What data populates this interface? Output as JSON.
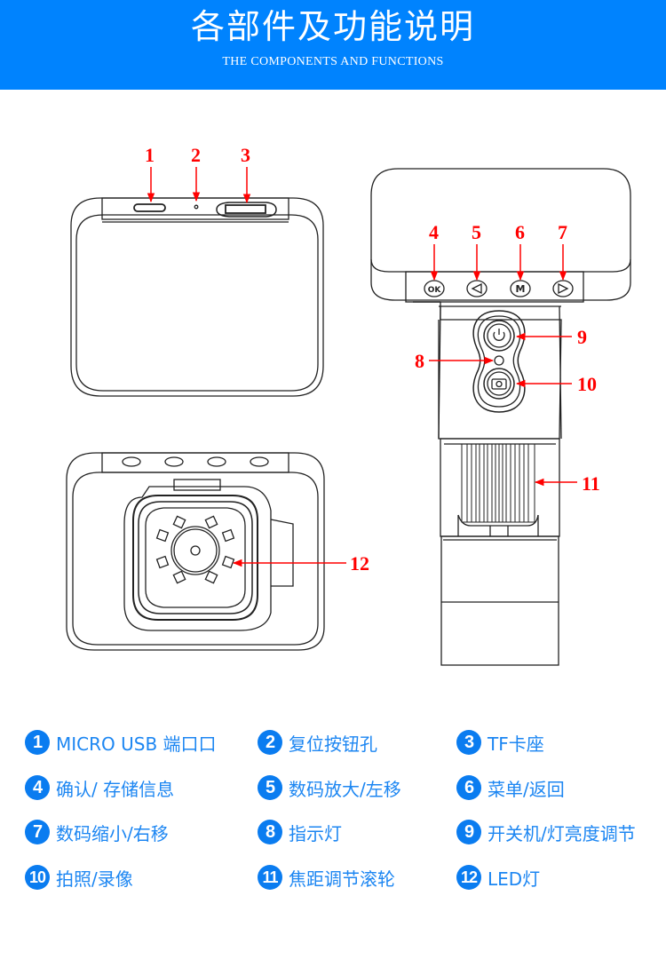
{
  "header": {
    "title": "各部件及功能说明",
    "subtitle": "THE COMPONENTS AND FUNCTIONS"
  },
  "colors": {
    "banner_bg": "#0083fe",
    "callout_red": "#ff0000",
    "legend_blue": "#1c86f2",
    "badge_blue": "#0a7cf0",
    "outline": "#222222"
  },
  "diagram": {
    "views": [
      {
        "name": "top-view",
        "callouts": [
          "1",
          "2",
          "3"
        ]
      },
      {
        "name": "side-view",
        "callouts": [
          "4",
          "5",
          "6",
          "7",
          "8",
          "9",
          "10",
          "11"
        ]
      },
      {
        "name": "bottom-view",
        "callouts": [
          "12"
        ]
      }
    ],
    "callouts": {
      "c1": "1",
      "c2": "2",
      "c3": "3",
      "c4": "4",
      "c5": "5",
      "c6": "6",
      "c7": "7",
      "c8": "8",
      "c9": "9",
      "c10": "10",
      "c11": "11",
      "c12": "12"
    },
    "button_glyphs": {
      "ok": "OK",
      "menu": "M"
    }
  },
  "legend": {
    "items": [
      {
        "num": "1",
        "label": "MICRO USB 端口口"
      },
      {
        "num": "2",
        "label": "复位按钮孔"
      },
      {
        "num": "3",
        "label": "TF卡座"
      },
      {
        "num": "4",
        "label": "确认/ 存储信息"
      },
      {
        "num": "5",
        "label": "数码放大/左移"
      },
      {
        "num": "6",
        "label": "菜单/返回"
      },
      {
        "num": "7",
        "label": "数码缩小/右移"
      },
      {
        "num": "8",
        "label": "指示灯"
      },
      {
        "num": "9",
        "label": "开关机/灯亮度调节"
      },
      {
        "num": "10",
        "label": "拍照/录像"
      },
      {
        "num": "11",
        "label": "焦距调节滚轮"
      },
      {
        "num": "12",
        "label": "LED灯"
      }
    ]
  }
}
